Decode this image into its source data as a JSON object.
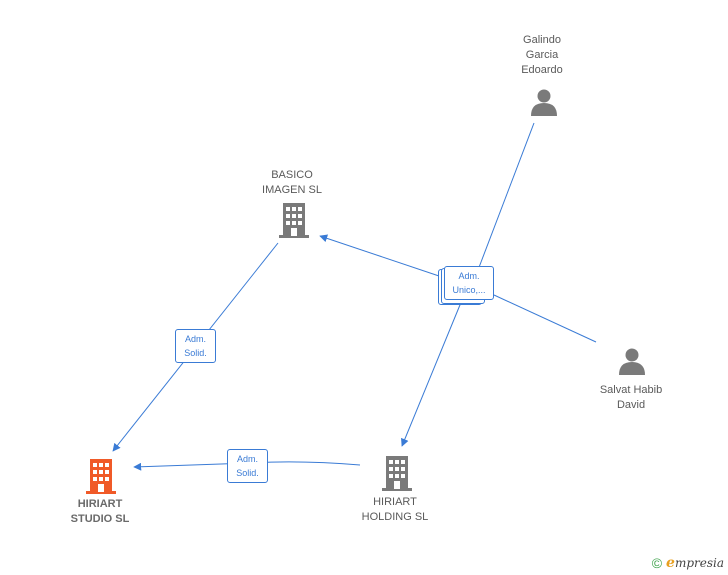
{
  "nodes": {
    "galindo": {
      "label": "Galindo\nGarcia\nEdoardo",
      "icon": "person-icon"
    },
    "basico": {
      "label": "BASICO\nIMAGEN SL",
      "icon": "building-icon"
    },
    "salvat": {
      "label": "Salvat Habib\nDavid",
      "icon": "person-icon"
    },
    "hiriart_studio": {
      "label": "HIRIART\nSTUDIO SL",
      "icon": "building-icon"
    },
    "hiriart_holding": {
      "label": "HIRIART\nHOLDING SL",
      "icon": "building-icon"
    }
  },
  "edges": {
    "adm_unico": "Adm.\nUnico,...",
    "basico_to_studio": "Adm.\nSolid.",
    "holding_to_studio": "Adm.\nSolid."
  },
  "footer": {
    "copyright_symbol": "©",
    "brand_initial": "e",
    "brand_rest": "mpresia"
  },
  "colors": {
    "edge": "#3a7bd5",
    "node_gray": "#7a7a7a",
    "highlight": "#f05a28"
  }
}
